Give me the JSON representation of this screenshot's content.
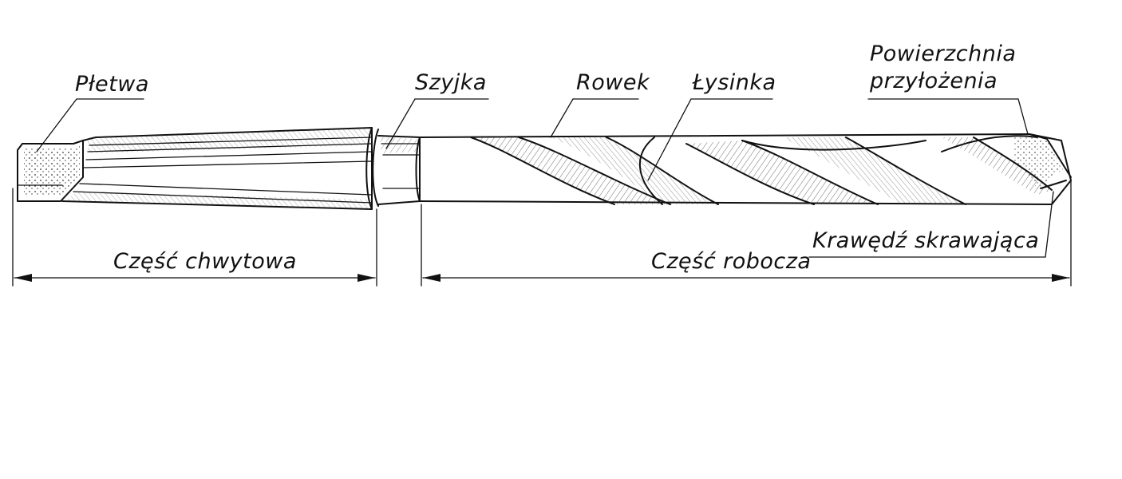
{
  "labels": {
    "pletwa": "Płetwa",
    "szyjka": "Szyjka",
    "rowek": "Rowek",
    "lysinka": "Łysinka",
    "powierzchnia_line1": "Powierzchnia",
    "powierzchnia_line2": "przyłożenia",
    "krawedz": "Krawędź skrawająca",
    "czesc_chwytowa": "Część chwytowa",
    "czesc_robocza": "Część robocza"
  },
  "colors": {
    "ink": "#111111",
    "background": "#ffffff"
  }
}
